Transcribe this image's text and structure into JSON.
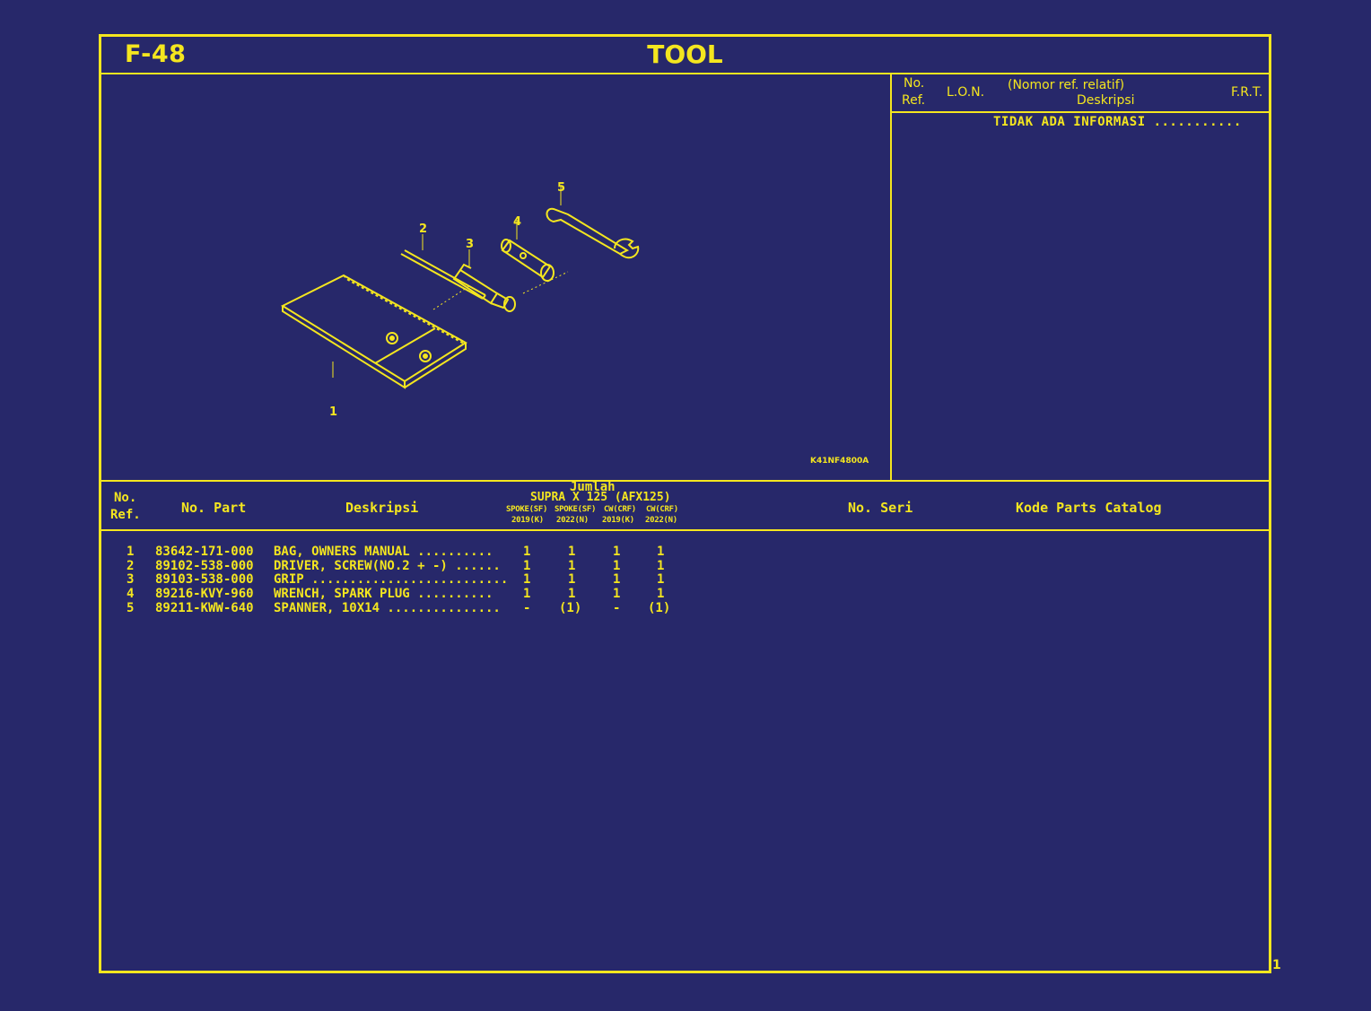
{
  "sheet": {
    "code": "F-48",
    "title": "TOOL",
    "page_number": "1"
  },
  "illustration": {
    "code": "K41NF4800A",
    "callouts": [
      "1",
      "2",
      "3",
      "4",
      "5"
    ]
  },
  "info_panel": {
    "no_ref_line1": "No.",
    "no_ref_line2": "Ref.",
    "lon": "L.O.N.",
    "relative_ref": "(Nomor ref. relatif)",
    "description": "Deskripsi",
    "frt": "F.R.T.",
    "empty_message": "TIDAK ADA INFORMASI ..........."
  },
  "table": {
    "headers": {
      "no_ref_line1": "No.",
      "no_ref_line2": "Ref.",
      "part_no": "No. Part",
      "description": "Deskripsi",
      "qty": "Jumlah",
      "model": "SUPRA X 125 (AFX125)",
      "variants": [
        "SPOKE(SF)",
        "SPOKE(SF)",
        "CW(CRF)",
        "CW(CRF)"
      ],
      "years": [
        "2019(K)",
        "2022(N)",
        "2019(K)",
        "2022(N)"
      ],
      "serial_no": "No. Seri",
      "catalog_code": "Kode Parts Catalog"
    },
    "rows": [
      {
        "ref": "1",
        "part": "83642-171-000",
        "desc": "BAG, OWNERS MANUAL ..........",
        "qty": [
          "1",
          "1",
          "1",
          "1"
        ]
      },
      {
        "ref": "2",
        "part": "89102-538-000",
        "desc": "DRIVER, SCREW(NO.2 + -) ......",
        "qty": [
          "1",
          "1",
          "1",
          "1"
        ]
      },
      {
        "ref": "3",
        "part": "89103-538-000",
        "desc": "GRIP ..........................",
        "qty": [
          "1",
          "1",
          "1",
          "1"
        ]
      },
      {
        "ref": "4",
        "part": "89216-KVY-960",
        "desc": "WRENCH, SPARK PLUG ..........",
        "qty": [
          "1",
          "1",
          "1",
          "1"
        ]
      },
      {
        "ref": "5",
        "part": "89211-KWW-640",
        "desc": "SPANNER, 10X14 ...............",
        "qty": [
          "-",
          "(1)",
          "-",
          "(1)"
        ]
      }
    ]
  },
  "colors": {
    "background": "#27286a",
    "ink": "#f4e61f"
  }
}
